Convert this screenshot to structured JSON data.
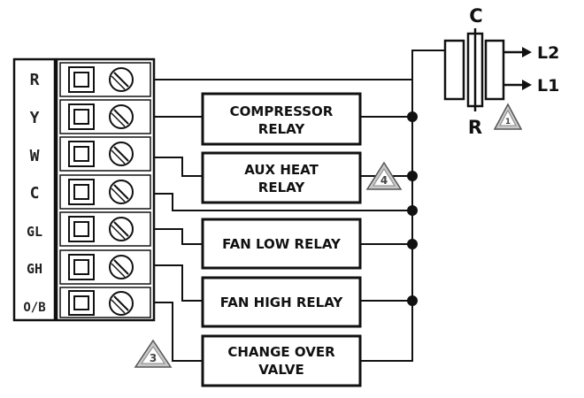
{
  "terminals": [
    "R",
    "Y",
    "W",
    "C",
    "GL",
    "GH",
    "O/B"
  ],
  "relays": [
    {
      "lines": [
        "COMPRESSOR",
        "RELAY"
      ]
    },
    {
      "lines": [
        "AUX HEAT",
        "RELAY"
      ]
    },
    {
      "lines": [
        "FAN LOW RELAY"
      ]
    },
    {
      "lines": [
        "FAN HIGH RELAY"
      ]
    },
    {
      "lines": [
        "CHANGE OVER",
        "VALVE"
      ]
    }
  ],
  "transformer": {
    "top_label": "C",
    "bottom_label": "R"
  },
  "power": {
    "l2": "L2",
    "l1": "L1"
  },
  "notes": {
    "aux_heat_note": "4",
    "terminal_note": "3",
    "transformer_note": "1"
  }
}
